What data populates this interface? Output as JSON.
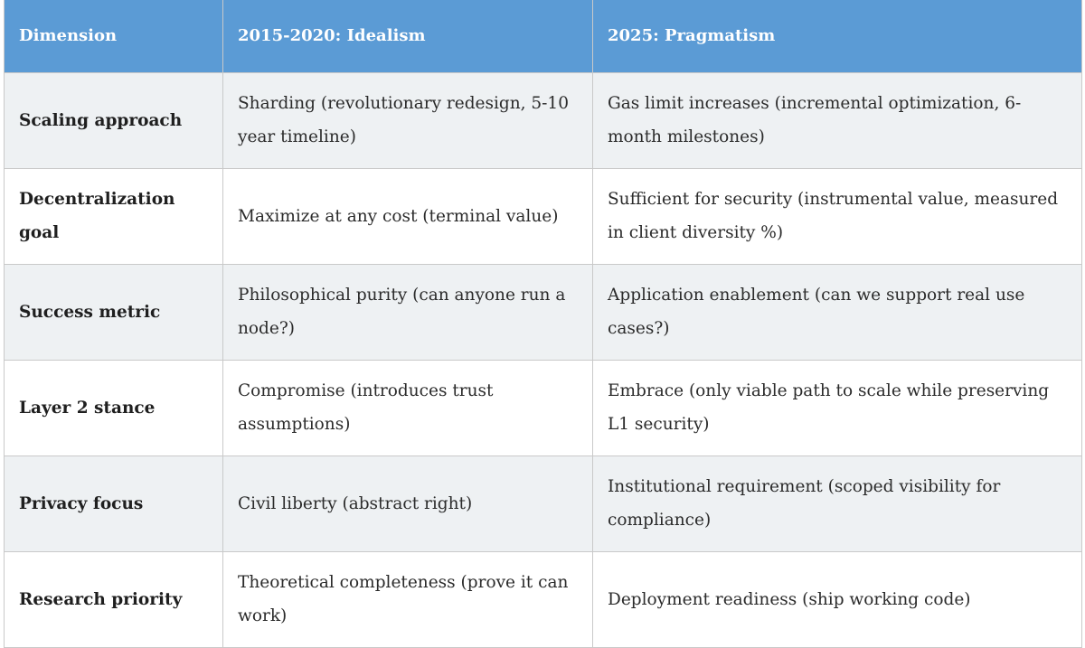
{
  "table": {
    "headers": [
      "Dimension",
      "2015-2020: Idealism",
      "2025: Pragmatism"
    ],
    "rows": [
      {
        "dimension": "Scaling approach",
        "idealism": "Sharding (revolutionary redesign, 5-10 year timeline)",
        "pragmatism": "Gas limit increases (incremental optimization, 6-month milestones)"
      },
      {
        "dimension": "Decentralization goal",
        "idealism": "Maximize at any cost (terminal value)",
        "pragmatism": "Sufficient for security (instrumental value, measured in client diversity %)"
      },
      {
        "dimension": "Success metric",
        "idealism": "Philosophical purity (can anyone run a node?)",
        "pragmatism": "Application enablement (can we support real use cases?)"
      },
      {
        "dimension": "Layer 2 stance",
        "idealism": "Compromise (introduces trust assumptions)",
        "pragmatism": "Embrace (only viable path to scale while preserving L1 security)"
      },
      {
        "dimension": "Privacy focus",
        "idealism": "Civil liberty (abstract right)",
        "pragmatism": "Institutional requirement (scoped visibility for compliance)"
      },
      {
        "dimension": "Research priority",
        "idealism": "Theoretical completeness (prove it can work)",
        "pragmatism": "Deployment readiness (ship working code)"
      }
    ]
  },
  "colors": {
    "header_bg": "#5b9bd5",
    "header_text": "#ffffff",
    "stripe_bg": "#eef1f3",
    "border": "#c9c9c9"
  }
}
